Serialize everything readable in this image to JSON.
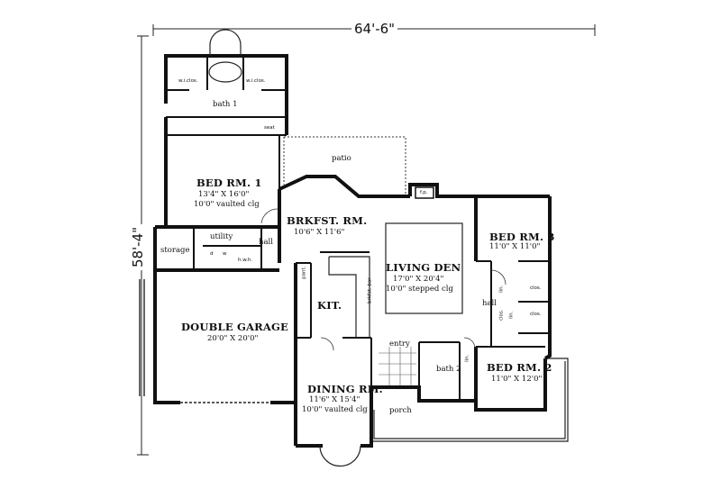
{
  "dimensions": {
    "width": "64'-6\"",
    "depth": "58'-4\""
  },
  "rooms": {
    "bed1": {
      "name": "BED RM. 1",
      "size": "13'4\" X 16'0\"",
      "ceiling": "10'0\" vaulted clg"
    },
    "brkfst": {
      "name": "BRKFST. RM.",
      "size": "10'6\" X 11'6\""
    },
    "living": {
      "name": "LIVING DEN",
      "size": "17'0\" X 20'4\"",
      "ceiling": "10'0\" stepped clg"
    },
    "bed3": {
      "name": "BED RM. 3",
      "size": "11'0\" X 11'0\""
    },
    "garage": {
      "name": "DOUBLE GARAGE",
      "size": "20'0\" X 20'0\""
    },
    "dining": {
      "name": "DINING RM.",
      "size": "11'6\" X 15'4\"",
      "ceiling": "10'0\" vaulted clg"
    },
    "bed2": {
      "name": "BED RM. 2",
      "size": "11'0\" X 12'0\""
    },
    "kitchen": {
      "name": "KIT."
    }
  },
  "labels": {
    "patio": "patio",
    "bath1": "bath 1",
    "bath2": "bath 2",
    "utility": "utility",
    "storage": "storage",
    "hall1": "hall",
    "hall2": "hall",
    "entry": "entry",
    "porch": "porch",
    "wclos_left": "w.i.clos.",
    "wclos_right": "w.i.clos.",
    "seat": "seat",
    "fp": "f.p.",
    "brkfst_bar": "brkfst. bar",
    "pantry": "pant.",
    "hwh": "h.w.h.",
    "lin1": "lin.",
    "lin2": "lin.",
    "lin3": "lin.",
    "clos1": "clos.",
    "clos2": "clos.",
    "clos3": "clos.",
    "dryer": "d",
    "washer": "w"
  }
}
